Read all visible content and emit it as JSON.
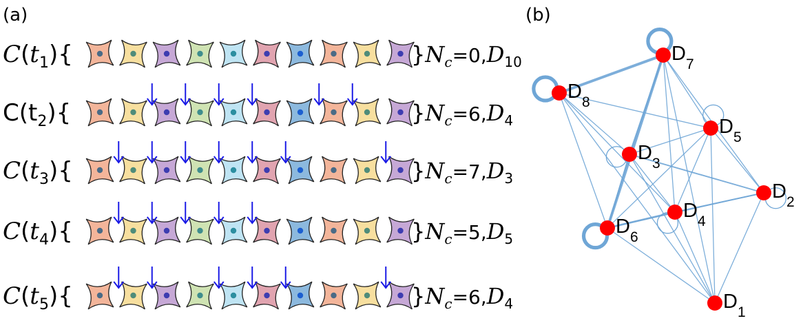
{
  "panels": {
    "a_label": "(a)",
    "b_label": "(b)"
  },
  "colors": {
    "cell_fills": [
      "#f3b59a",
      "#f7df9f",
      "#c6a8d6",
      "#cfe3b3",
      "#bfe4f3",
      "#e1a4b0",
      "#8cb9de",
      "#f3b59a",
      "#f7df9f",
      "#c6a8d6"
    ],
    "nucleus": [
      "#4a6b86",
      "#4f8c7a",
      "#3d3db0",
      "#3f8d8d",
      "#2c8ea0",
      "#3d3db0",
      "#1c5fd0",
      "#4a6b86",
      "#4f8c7a",
      "#3d3db0"
    ],
    "arrow": "#1a1ae6",
    "edge": "#6fa6d6",
    "node": "#ff0000"
  },
  "configurations": [
    {
      "C": "C",
      "t": "t",
      "sub": "1",
      "prefix_style": "italic",
      "nc_label": "N",
      "nc_sub": "c",
      "nc_value": "=0,",
      "d_label": "D",
      "d_sub": "10",
      "gaps": [],
      "brace_open": "{",
      "brace_close": "}"
    },
    {
      "C": "C",
      "t": "t",
      "sub": "2",
      "prefix_style": "roman",
      "nc_label": "N",
      "nc_sub": "c",
      "nc_value": "=6,",
      "d_label": "D",
      "d_sub": "4",
      "gaps": [
        1,
        2,
        3,
        4,
        6,
        7
      ],
      "brace_open": "{",
      "brace_close": "}"
    },
    {
      "C": "C",
      "t": "t",
      "sub": "3",
      "prefix_style": "italic",
      "nc_label": "N",
      "nc_sub": "c",
      "nc_value": "=7,",
      "d_label": "D",
      "d_sub": "3",
      "gaps": [
        0,
        1,
        2,
        3,
        4,
        5,
        8
      ],
      "brace_open": "{",
      "brace_close": "}"
    },
    {
      "C": "C",
      "t": "t",
      "sub": "4",
      "prefix_style": "italic",
      "nc_label": "N",
      "nc_sub": "c",
      "nc_value": "=5,",
      "d_label": "D",
      "d_sub": "5",
      "gaps": [
        0,
        1,
        2,
        3,
        4
      ],
      "brace_open": "{",
      "brace_close": "}"
    },
    {
      "C": "C",
      "t": "t",
      "sub": "5",
      "prefix_style": "italic",
      "nc_label": "N",
      "nc_sub": "c",
      "nc_value": "=6,",
      "d_label": "D",
      "d_sub": "4",
      "gaps": [
        0,
        1,
        3,
        4,
        5,
        8
      ],
      "brace_open": "{",
      "brace_close": "}"
    }
  ],
  "graph": {
    "nodes": [
      {
        "id": "D7",
        "letter": "D",
        "sub": "7"
      },
      {
        "id": "D8",
        "letter": "D",
        "sub": "8"
      },
      {
        "id": "D5",
        "letter": "D",
        "sub": "5"
      },
      {
        "id": "D3",
        "letter": "D",
        "sub": "3"
      },
      {
        "id": "D2",
        "letter": "D",
        "sub": "2"
      },
      {
        "id": "D4",
        "letter": "D",
        "sub": "4"
      },
      {
        "id": "D6",
        "letter": "D",
        "sub": "6"
      },
      {
        "id": "D1",
        "letter": "D",
        "sub": "1"
      }
    ],
    "edges": [
      {
        "from": "D7",
        "to": "D8",
        "weight": 3.0
      },
      {
        "from": "D7",
        "to": "D6",
        "weight": 3.0
      },
      {
        "from": "D7",
        "to": "D3",
        "weight": 1.5
      },
      {
        "from": "D7",
        "to": "D5",
        "weight": 1.0
      },
      {
        "from": "D7",
        "to": "D2",
        "weight": 1.0
      },
      {
        "from": "D7",
        "to": "D4",
        "weight": 1.0
      },
      {
        "from": "D7",
        "to": "D1",
        "weight": 1.0
      },
      {
        "from": "D8",
        "to": "D3",
        "weight": 1.0
      },
      {
        "from": "D8",
        "to": "D5",
        "weight": 1.0
      },
      {
        "from": "D8",
        "to": "D6",
        "weight": 1.0
      },
      {
        "from": "D8",
        "to": "D4",
        "weight": 1.0
      },
      {
        "from": "D8",
        "to": "D1",
        "weight": 1.0
      },
      {
        "from": "D3",
        "to": "D5",
        "weight": 1.0
      },
      {
        "from": "D3",
        "to": "D2",
        "weight": 1.5
      },
      {
        "from": "D3",
        "to": "D6",
        "weight": 1.5
      },
      {
        "from": "D3",
        "to": "D4",
        "weight": 1.0
      },
      {
        "from": "D3",
        "to": "D1",
        "weight": 1.0
      },
      {
        "from": "D5",
        "to": "D2",
        "weight": 1.0
      },
      {
        "from": "D5",
        "to": "D4",
        "weight": 1.0
      },
      {
        "from": "D5",
        "to": "D6",
        "weight": 1.0
      },
      {
        "from": "D5",
        "to": "D1",
        "weight": 1.0
      },
      {
        "from": "D2",
        "to": "D4",
        "weight": 1.5
      },
      {
        "from": "D2",
        "to": "D6",
        "weight": 1.0
      },
      {
        "from": "D2",
        "to": "D1",
        "weight": 1.0
      },
      {
        "from": "D4",
        "to": "D6",
        "weight": 2.0
      },
      {
        "from": "D4",
        "to": "D1",
        "weight": 1.0
      },
      {
        "from": "D6",
        "to": "D1",
        "weight": 1.0
      }
    ],
    "loops": [
      {
        "node": "D7",
        "weight": 4.0
      },
      {
        "node": "D8",
        "weight": 4.0
      },
      {
        "node": "D6",
        "weight": 4.0
      },
      {
        "node": "D5",
        "weight": 1.0
      },
      {
        "node": "D3",
        "weight": 1.0
      },
      {
        "node": "D2",
        "weight": 1.0
      },
      {
        "node": "D4",
        "weight": 1.0
      }
    ]
  }
}
